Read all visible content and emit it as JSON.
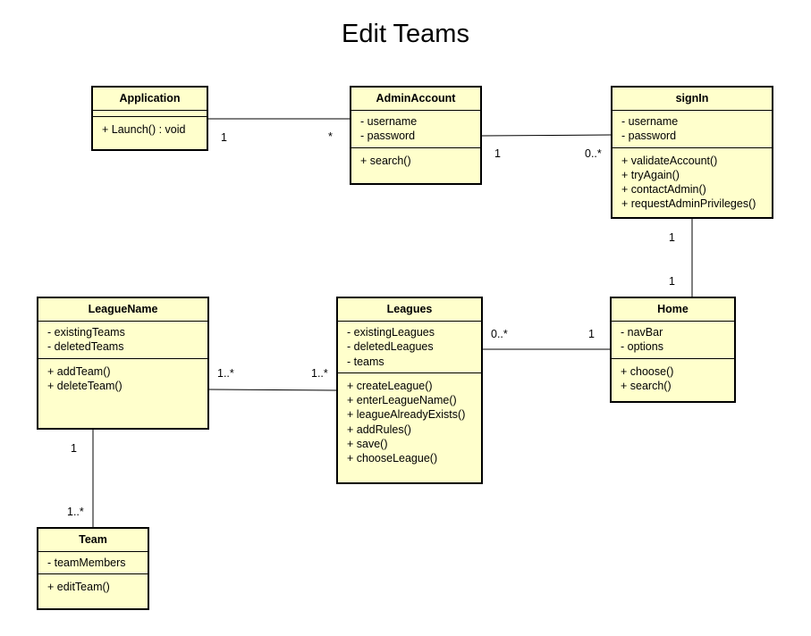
{
  "title": "Edit Teams",
  "classes": {
    "application": {
      "name": "Application",
      "attributes": [],
      "operations": [
        "+ Launch() : void"
      ]
    },
    "admin_account": {
      "name": "AdminAccount",
      "attributes": [
        "- username",
        "- password"
      ],
      "operations": [
        "+ search()"
      ]
    },
    "sign_in": {
      "name": "signIn",
      "attributes": [
        "- username",
        "- password"
      ],
      "operations": [
        "+ validateAccount()",
        "+ tryAgain()",
        "+ contactAdmin()",
        "+ requestAdminPrivileges()"
      ]
    },
    "league_name": {
      "name": "LeagueName",
      "attributes": [
        "- existingTeams",
        "- deletedTeams"
      ],
      "operations": [
        "+ addTeam()",
        "+ deleteTeam()"
      ]
    },
    "leagues": {
      "name": "Leagues",
      "attributes": [
        "- existingLeagues",
        "- deletedLeagues",
        "- teams"
      ],
      "operations": [
        "+ createLeague()",
        "+ enterLeagueName()",
        "+ leagueAlreadyExists()",
        "+ addRules()",
        "+ save()",
        "+ chooseLeague()"
      ]
    },
    "home": {
      "name": "Home",
      "attributes": [
        "- navBar",
        "- options"
      ],
      "operations": [
        "+ choose()",
        "+ search()"
      ]
    },
    "team": {
      "name": "Team",
      "attributes": [
        "- teamMembers"
      ],
      "operations": [
        "+ editTeam()"
      ]
    }
  },
  "associations": [
    {
      "from": "Application",
      "to": "AdminAccount",
      "from_mult": "1",
      "to_mult": "*"
    },
    {
      "from": "AdminAccount",
      "to": "signIn",
      "from_mult": "1",
      "to_mult": "0..*"
    },
    {
      "from": "signIn",
      "to": "Home",
      "from_mult": "1",
      "to_mult": "1"
    },
    {
      "from": "Leagues",
      "to": "Home",
      "from_mult": "0..*",
      "to_mult": "1"
    },
    {
      "from": "LeagueName",
      "to": "Leagues",
      "from_mult": "1..*",
      "to_mult": "1..*"
    },
    {
      "from": "LeagueName",
      "to": "Team",
      "from_mult": "1",
      "to_mult": "1..*"
    }
  ]
}
